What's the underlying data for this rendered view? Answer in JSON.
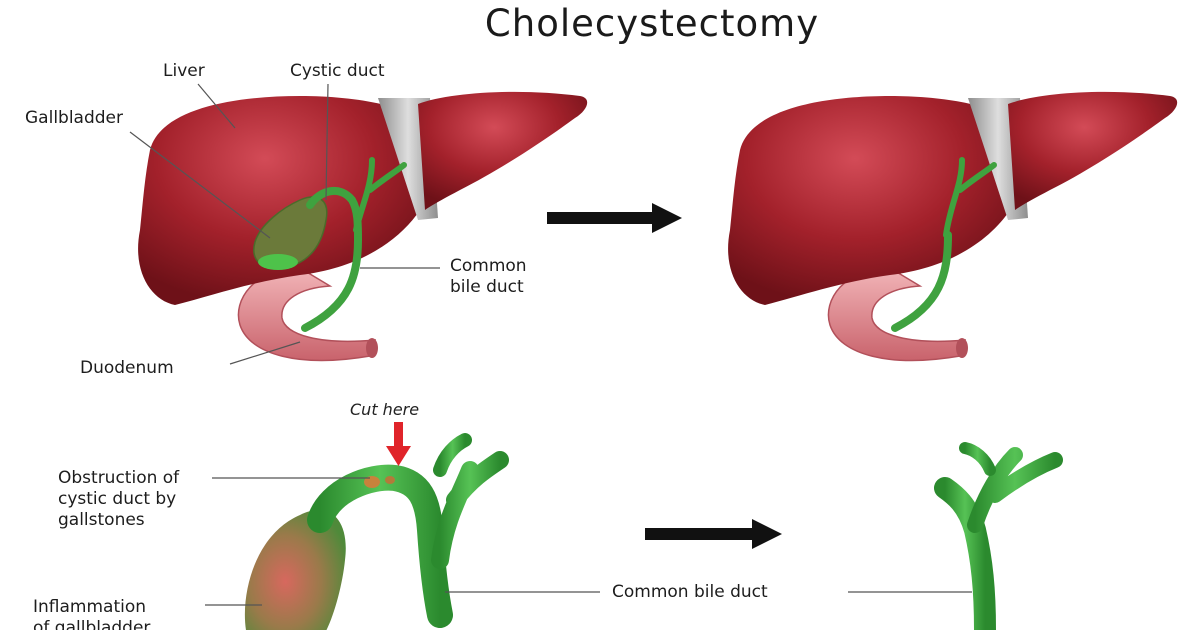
{
  "title": "Cholecystectomy",
  "labels": {
    "liver": "Liver",
    "cystic_duct": "Cystic duct",
    "gallbladder": "Gallbladder",
    "common_bile_duct_top": [
      "Common",
      "bile duct"
    ],
    "duodenum": "Duodenum",
    "cut_here": "Cut here",
    "obstruction": [
      "Obstruction of",
      "cystic duct by",
      "gallstones"
    ],
    "inflammation": [
      "Inflammation",
      "of gallbladder"
    ],
    "common_bile_duct_bottom": "Common bile duct"
  },
  "colors": {
    "liver": "#a3212b",
    "liver_highlight": "#d04a55",
    "ligament": "#b9b9b9",
    "duodenum": "#e0939a",
    "duct": "#3fa23f",
    "gallbladder": "#6b7a3a",
    "cut_arrow": "#e0242a",
    "arrow": "#111111"
  },
  "icons": [
    "right-arrow-icon",
    "down-arrow-icon"
  ]
}
